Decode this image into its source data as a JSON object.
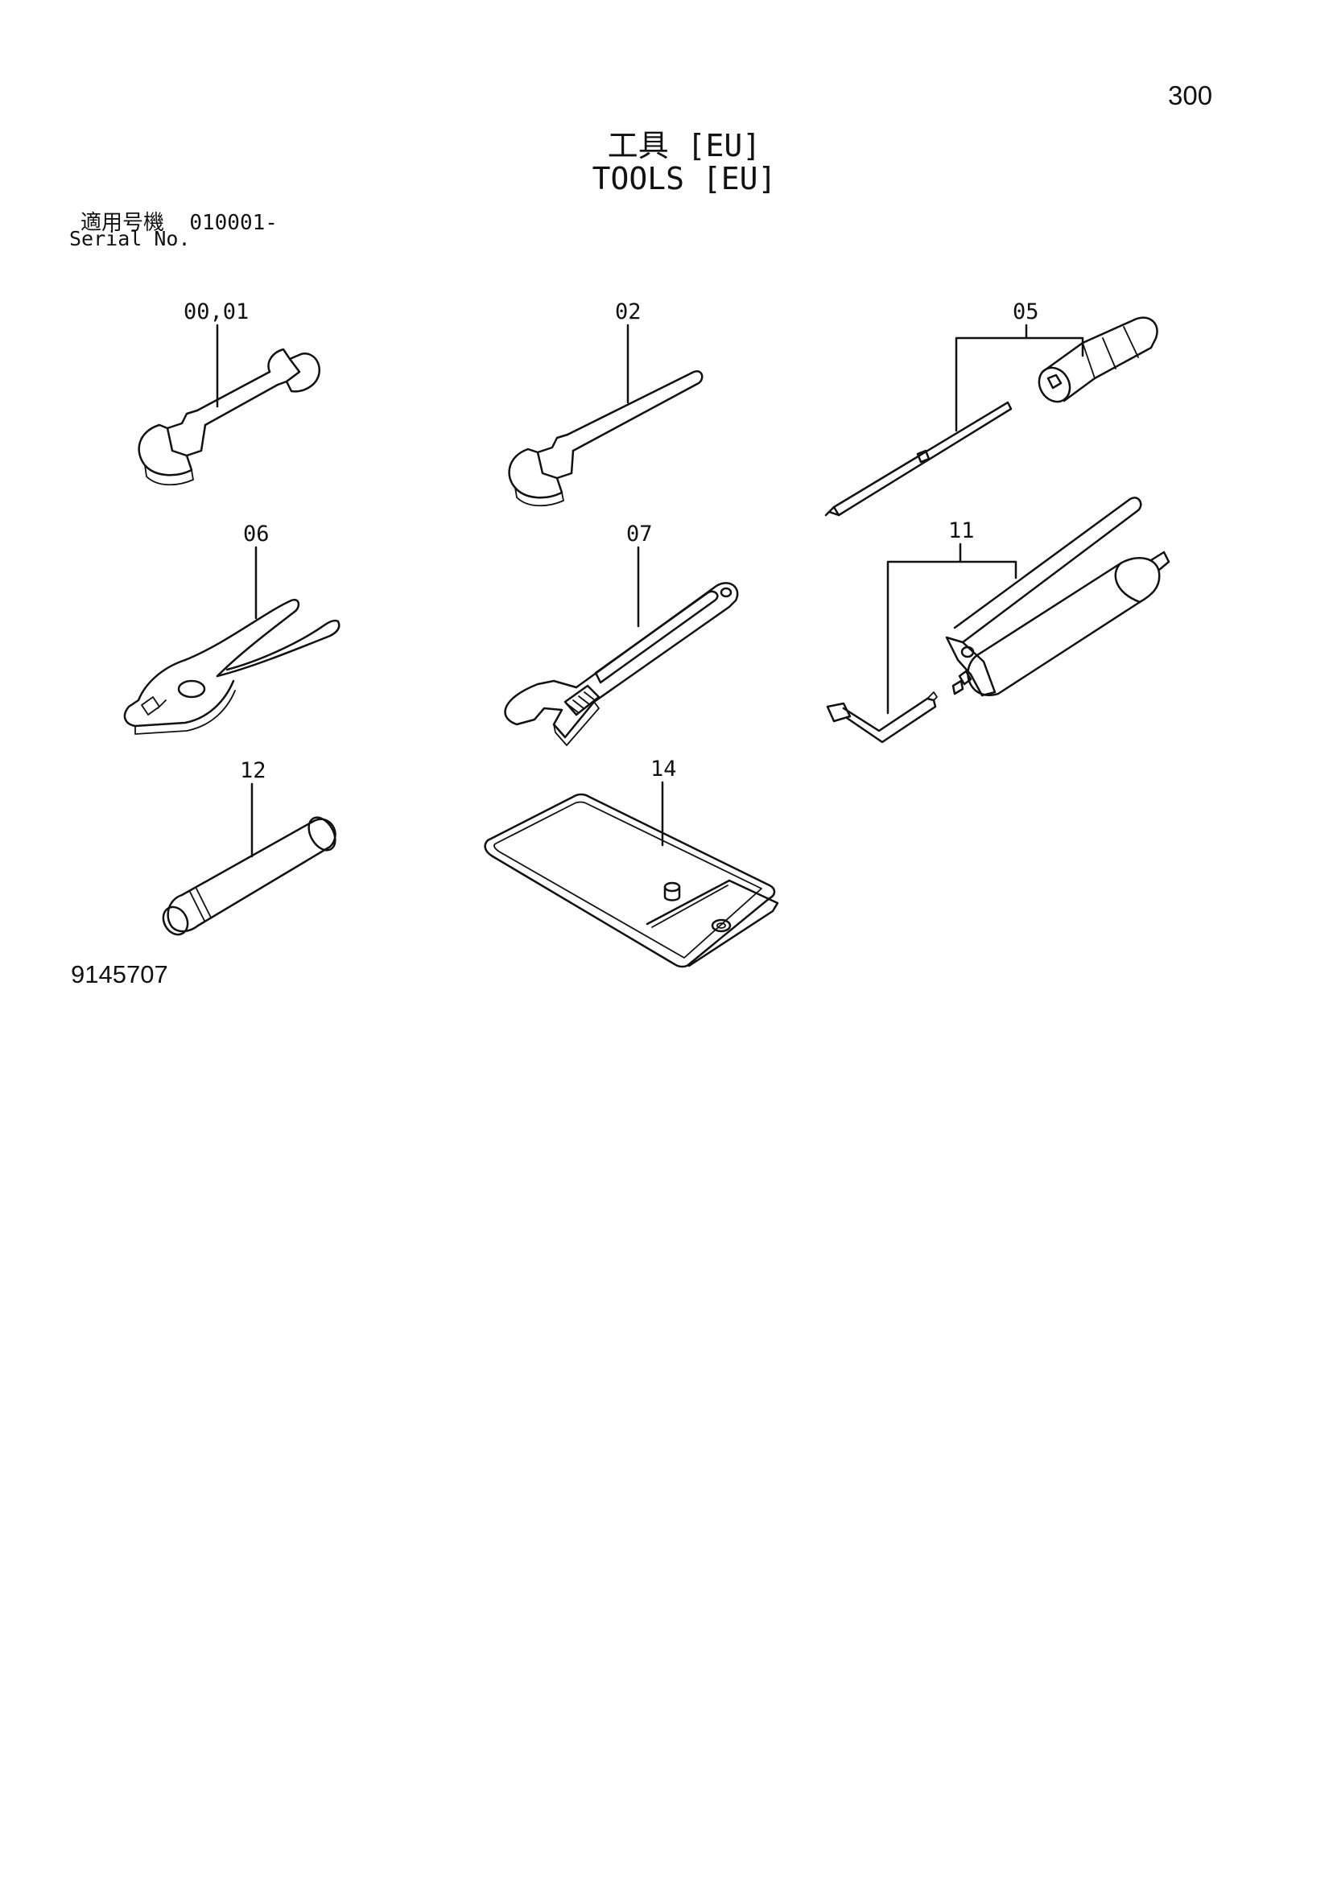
{
  "page_number": "300",
  "title": {
    "jp": "工具 [EU]",
    "en": "TOOLS [EU]"
  },
  "serial": {
    "jp_label": "適用号機",
    "range": "010001-",
    "en_label": "Serial No."
  },
  "drawing_number": "9145707",
  "callouts": [
    {
      "ref": "00,01",
      "item": "double-open-end-wrench"
    },
    {
      "ref": "02",
      "item": "single-open-end-wrench"
    },
    {
      "ref": "05",
      "item": "screwdriver-set"
    },
    {
      "ref": "06",
      "item": "pliers"
    },
    {
      "ref": "07",
      "item": "adjustable-wrench"
    },
    {
      "ref": "11",
      "item": "grease-gun-set"
    },
    {
      "ref": "12",
      "item": "grease-cartridge"
    },
    {
      "ref": "14",
      "item": "tool-bag"
    }
  ]
}
